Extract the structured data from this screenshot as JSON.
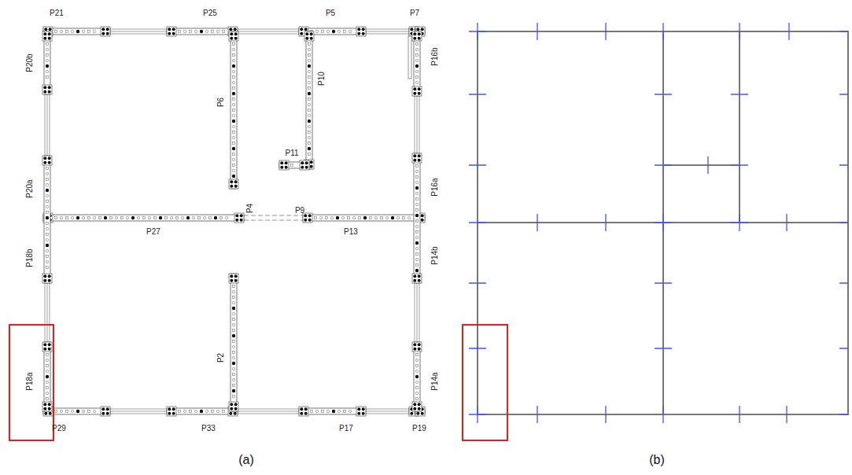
{
  "diagram": {
    "labels": [
      "P21",
      "P25",
      "P5",
      "P7",
      "P20b",
      "P6",
      "P10",
      "P16b",
      "P11",
      "P20a",
      "P16a",
      "P4",
      "P9",
      "P27",
      "P13",
      "P18b",
      "P14b",
      "P2",
      "P18a",
      "P14a",
      "P29",
      "P33",
      "P17",
      "P19",
      "(a)",
      "(b)"
    ]
  }
}
